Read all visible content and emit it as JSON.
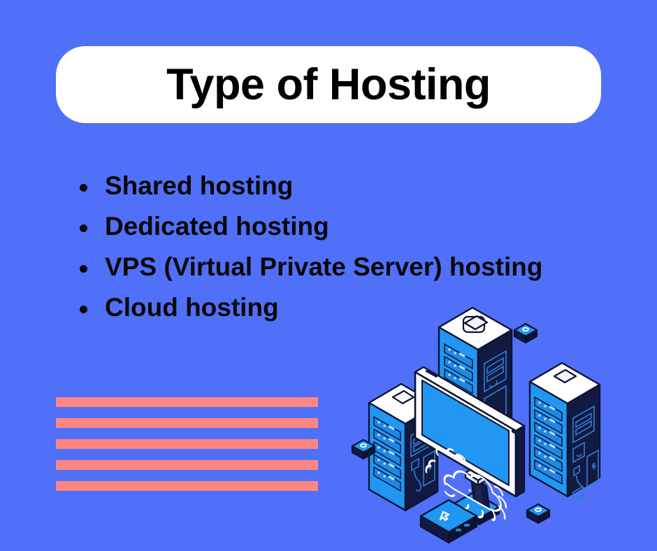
{
  "slide": {
    "background_color": "#5070fa",
    "title": "Type of Hosting",
    "title_pill_color": "#ffffff",
    "title_text_color": "#000000"
  },
  "bullets": [
    {
      "label": "Shared hosting"
    },
    {
      "label": "Dedicated hosting"
    },
    {
      "label": "VPS (Virtual Private Server) hosting"
    },
    {
      "label": "Cloud hosting"
    }
  ],
  "decoration": {
    "bar_color": "#fd8780",
    "bar_count": 5,
    "bars": [
      {
        "id": "bar-1"
      },
      {
        "id": "bar-2"
      },
      {
        "id": "bar-3"
      },
      {
        "id": "bar-4"
      },
      {
        "id": "bar-5"
      }
    ]
  },
  "illustration": {
    "name": "isometric-cloud-hosting-illustration",
    "palette": {
      "server_face_light": "#2196f3",
      "server_face_mid": "#1e88e5",
      "server_face_dark": "#121a42",
      "server_top_white": "#ffffff",
      "outline": "#0d1330",
      "screen_blue": "#2196f3",
      "screen_line_white": "#ffffff",
      "bezel_white": "#f7f9ff"
    },
    "elements": [
      {
        "name": "server-tower-center-tall",
        "icon": "server-rack"
      },
      {
        "name": "server-tower-left",
        "icon": "server-rack"
      },
      {
        "name": "server-tower-right",
        "icon": "server-rack"
      },
      {
        "name": "desktop-monitor",
        "icon": "monitor"
      },
      {
        "name": "cloud-graphic",
        "icon": "cloud-icon"
      },
      {
        "name": "cursor-box-device",
        "icon": "cursor-icon"
      },
      {
        "name": "puck-device-left",
        "icon": "puck"
      },
      {
        "name": "puck-device-center",
        "icon": "puck"
      },
      {
        "name": "puck-device-right",
        "icon": "puck"
      },
      {
        "name": "power-bolt-badge",
        "icon": "lightning-bolt-icon"
      },
      {
        "name": "cable-plug-badge",
        "icon": "plug-icon"
      }
    ]
  }
}
